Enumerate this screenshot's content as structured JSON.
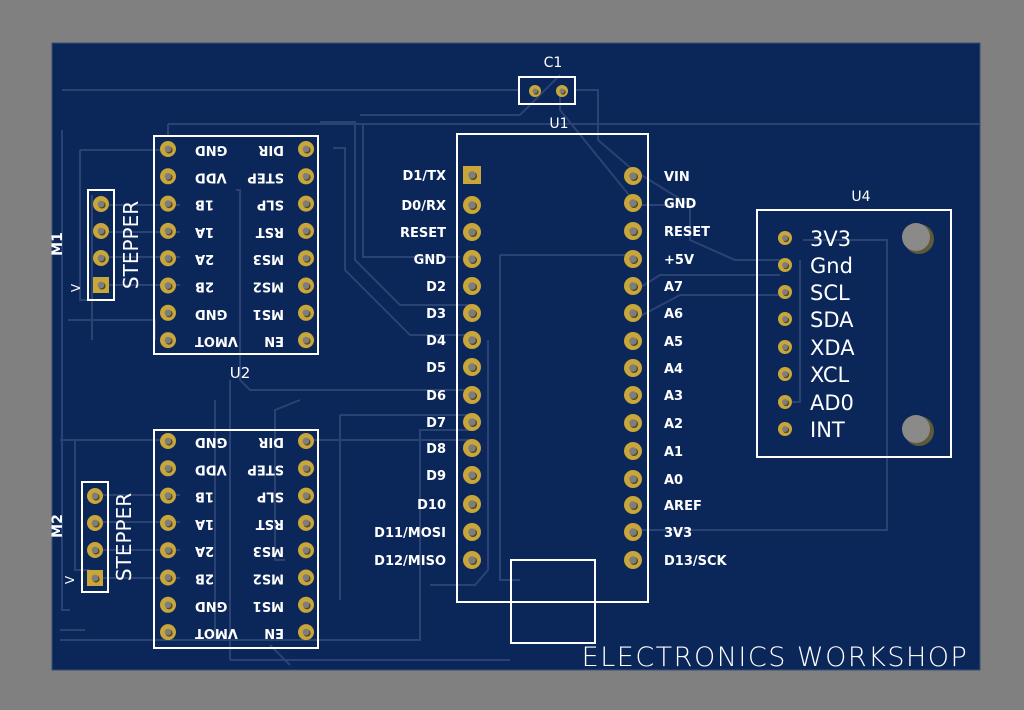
{
  "board": {
    "title_text": "ELECTRONICS WORKSHOP",
    "colors": {
      "background": "#808080",
      "substrate": "#0b2659",
      "trace": "#2a4373",
      "silkscreen": "#ffffff",
      "pad_copper": "#c9a63a",
      "pad_hole": "#7d7d7d",
      "mount_hole": "#8a8a8a"
    }
  },
  "components": {
    "c1": {
      "ref": "C1"
    },
    "u1": {
      "ref": "U1",
      "left_pins": [
        "D1/TX",
        "D0/RX",
        "RESET",
        "GND",
        "D2",
        "D3",
        "D4",
        "D5",
        "D6",
        "D7",
        "D8",
        "D9",
        "D10",
        "D11/MOSI",
        "D12/MISO"
      ],
      "right_pins": [
        "VIN",
        "GND",
        "RESET",
        "+5V",
        "A7",
        "A6",
        "A5",
        "A4",
        "A3",
        "A2",
        "A1",
        "A0",
        "AREF",
        "3V3",
        "D13/SCK"
      ]
    },
    "u2": {
      "ref": "U2",
      "left_pins": [
        "GND",
        "VDD",
        "1B",
        "1A",
        "2A",
        "2B",
        "GND",
        "VMOT"
      ],
      "right_pins": [
        "DIR",
        "STEP",
        "SLP",
        "RST",
        "MS3",
        "MS2",
        "MS1",
        "EN"
      ]
    },
    "u3": {
      "left_pins": [
        "GND",
        "VDD",
        "1B",
        "1A",
        "2A",
        "2B",
        "GND",
        "VMOT"
      ],
      "right_pins": [
        "DIR",
        "STEP",
        "SLP",
        "RST",
        "MS3",
        "MS2",
        "MS1",
        "EN"
      ]
    },
    "u4": {
      "ref": "U4",
      "pins": [
        "3V3",
        "Gnd",
        "SCL",
        "SDA",
        "XDA",
        "XCL",
        "AD0",
        "INT"
      ]
    },
    "m1": {
      "ref": "M1",
      "label": "STEPPER",
      "pin1_mark": "V"
    },
    "m2": {
      "ref": "M2",
      "label": "STEPPER",
      "pin1_mark": "V"
    }
  }
}
